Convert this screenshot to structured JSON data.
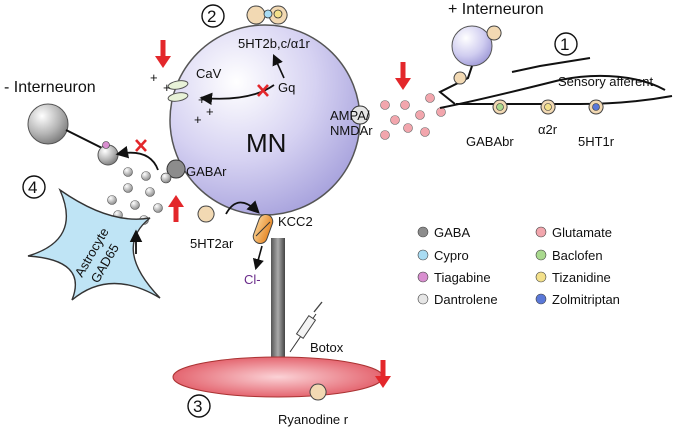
{
  "cell": {
    "name": "MN"
  },
  "panels": [
    {
      "number": "1"
    },
    {
      "number": "2"
    },
    {
      "number": "3"
    },
    {
      "number": "4"
    }
  ],
  "labels": {
    "minus_interneuron": "- Interneuron",
    "plus_interneuron": "+ Interneuron",
    "sensory_afferent": "Sensory afferent",
    "ht2b_receptor": "5HT2b,c/α1r",
    "gq": "Gq",
    "cav": "CaV",
    "ampa_nmda_line1": "AMPA/",
    "ampa_nmda_line2": "NMDAr",
    "gabaa_r": "GABAr",
    "gabab_r": "GABAbr",
    "alpha2_r": "α2r",
    "ht1_r": "5HT1r",
    "kcc2": "KCC2",
    "ht2a_r": "5HT2ar",
    "chloride": "Cl-",
    "astrocyte_line1": "Astrocyte",
    "astrocyte_line2": "GAD65",
    "botox": "Botox",
    "ryanodine_r": "Ryanodine r",
    "plus_sign": "+"
  },
  "legend": [
    {
      "label": "GABA",
      "color": "#8c8c8c"
    },
    {
      "label": "Glutamate",
      "color": "#f2a6ad"
    },
    {
      "label": "Cypro",
      "color": "#a9dcf3"
    },
    {
      "label": "Baclofen",
      "color": "#a9d98e"
    },
    {
      "label": "Tiagabine",
      "color": "#d98fd0"
    },
    {
      "label": "Tizanidine",
      "color": "#f3e08a"
    },
    {
      "label": "Dantrolene",
      "color": "#e6e6e6"
    },
    {
      "label": "Zolmitriptan",
      "color": "#5a78d8"
    }
  ],
  "colors": {
    "mn_body": "#c7c3ea",
    "arrow_red": "#e3272b",
    "astrocyte": "#bfe4f5",
    "muscle": "#ef7a82",
    "axon": "#333333",
    "chloride_text": "#6a2c8a"
  }
}
